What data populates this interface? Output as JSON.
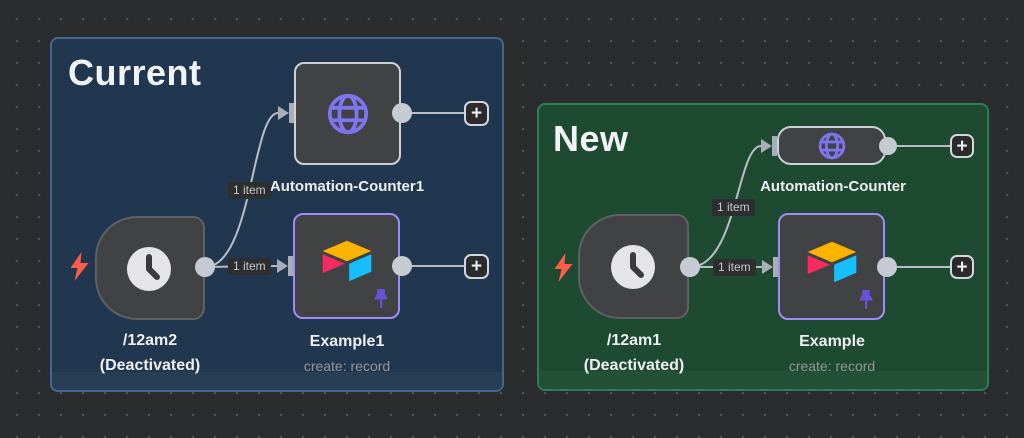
{
  "canvas": {
    "background": "#2b2c2e",
    "dot_color": "#505153"
  },
  "colors": {
    "group_current_fill": "#21374f",
    "group_current_border": "#44688d",
    "group_new_fill": "#1e4a31",
    "group_new_border": "#2f7d52",
    "node_fill": "#414244",
    "node_border_light": "#cdd0d7",
    "node_border_purple": "#9d8df8",
    "globe_purple": "#7e74ee",
    "wire": "#b9bdc6",
    "port": "#a9adb5",
    "trigger_bolt": "#ff5c49",
    "pin_purple": "#6b4fd6",
    "airtable_yellow": "#fcb400",
    "airtable_red": "#f82b60",
    "airtable_cyan": "#18bfff"
  },
  "ui": {
    "plus_glyph": "+"
  },
  "groups": [
    {
      "title": "Current",
      "trigger": {
        "label": "/12am2",
        "status": "(Deactivated)",
        "icon": "clock-icon"
      },
      "http_node": {
        "label": "Automation-Counter1",
        "icon": "globe-icon"
      },
      "airtable_node": {
        "label": "Example1",
        "subtitle": "create: record",
        "icon": "airtable-icon",
        "pinned": true
      },
      "connections": {
        "to_http": "1 item",
        "to_airtable": "1 item"
      }
    },
    {
      "title": "New",
      "trigger": {
        "label": "/12am1",
        "status": "(Deactivated)",
        "icon": "clock-icon"
      },
      "http_node": {
        "label": "Automation-Counter",
        "icon": "globe-icon"
      },
      "airtable_node": {
        "label": "Example",
        "subtitle": "create: record",
        "icon": "airtable-icon",
        "pinned": true
      },
      "connections": {
        "to_http": "1 item",
        "to_airtable": "1 item"
      }
    }
  ]
}
